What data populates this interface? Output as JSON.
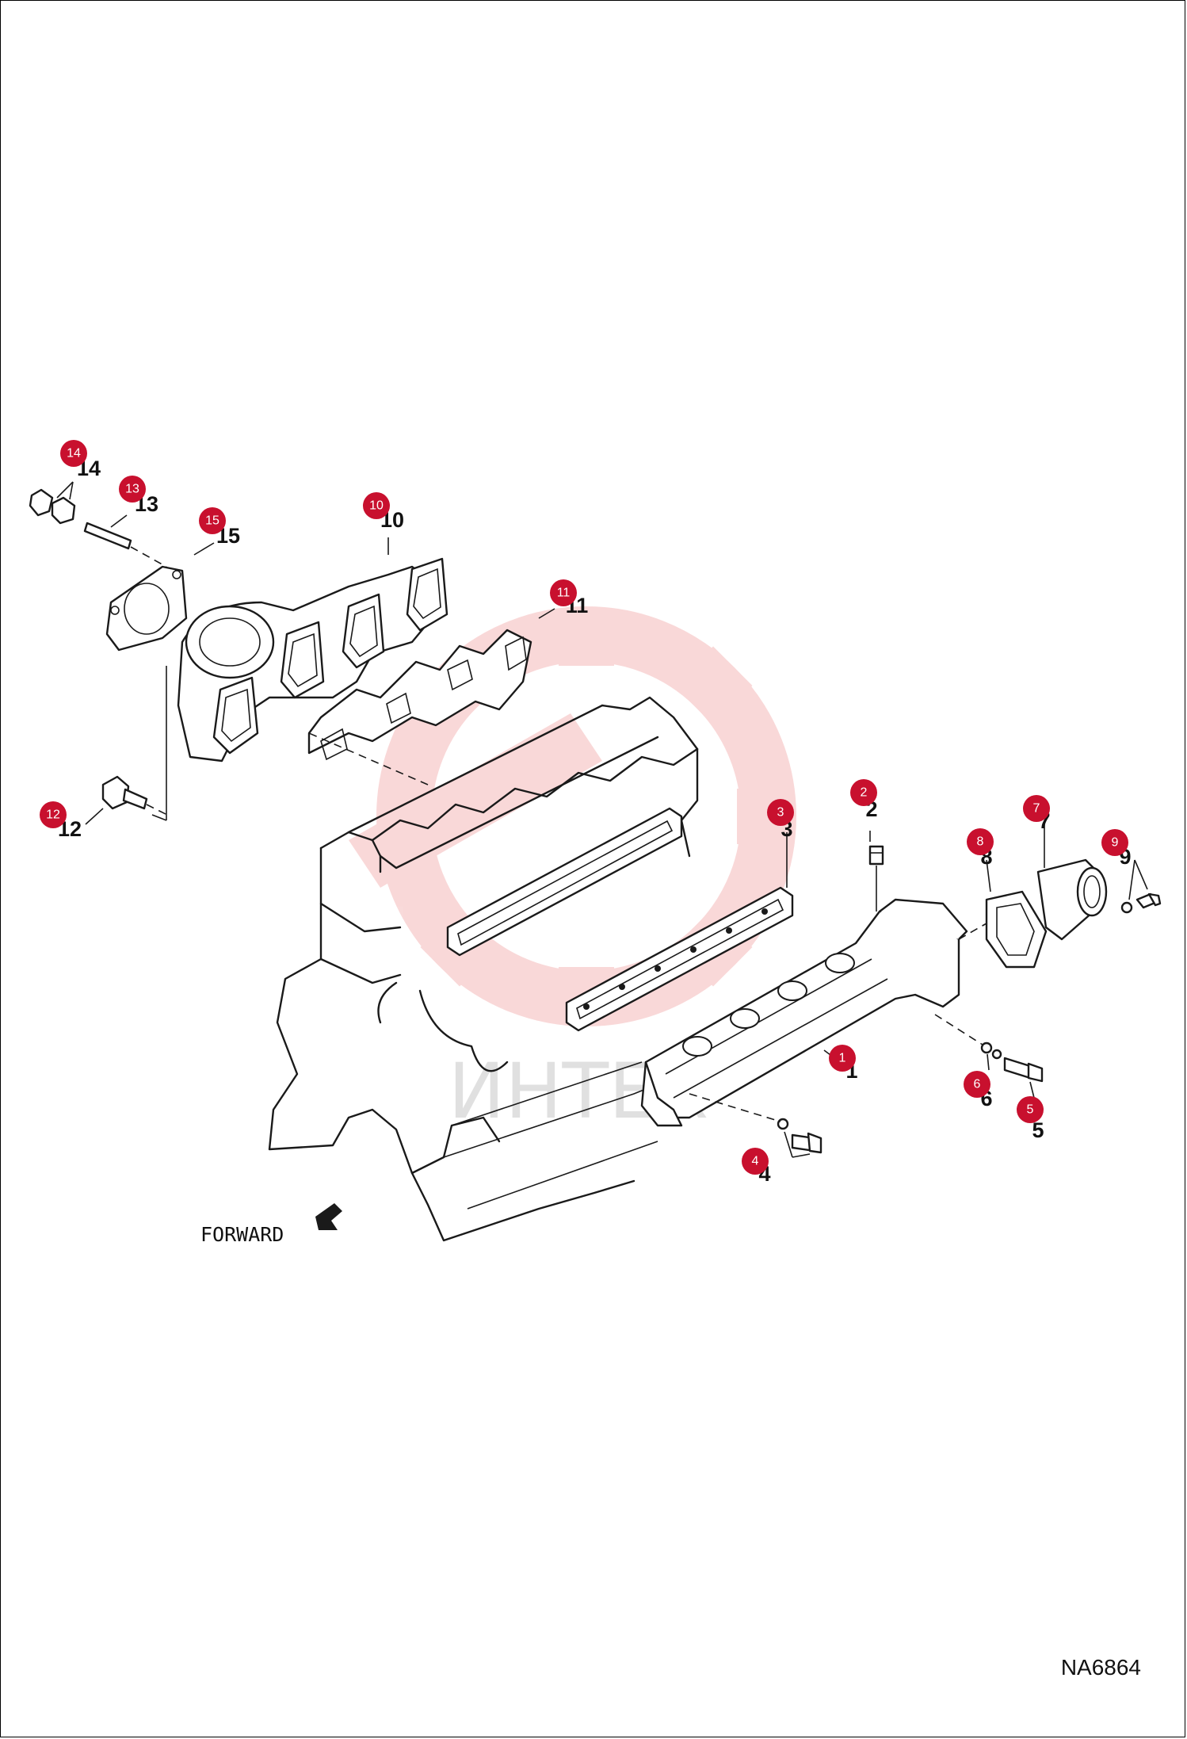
{
  "diagram": {
    "drawing_code": "NA6864",
    "forward_label": "FORWARD",
    "watermark_text": "ИНТЕХ",
    "callout_color": "#c8102e",
    "callouts": [
      {
        "id": "c1",
        "number": "1"
      },
      {
        "id": "c2",
        "number": "2"
      },
      {
        "id": "c3",
        "number": "3"
      },
      {
        "id": "c4",
        "number": "4"
      },
      {
        "id": "c5",
        "number": "5"
      },
      {
        "id": "c6",
        "number": "6"
      },
      {
        "id": "c7",
        "number": "7"
      },
      {
        "id": "c8",
        "number": "8"
      },
      {
        "id": "c9",
        "number": "9"
      },
      {
        "id": "c10",
        "number": "10"
      },
      {
        "id": "c11",
        "number": "11"
      },
      {
        "id": "c12",
        "number": "12"
      },
      {
        "id": "c13",
        "number": "13"
      },
      {
        "id": "c14",
        "number": "14"
      },
      {
        "id": "c15",
        "number": "15"
      }
    ]
  }
}
